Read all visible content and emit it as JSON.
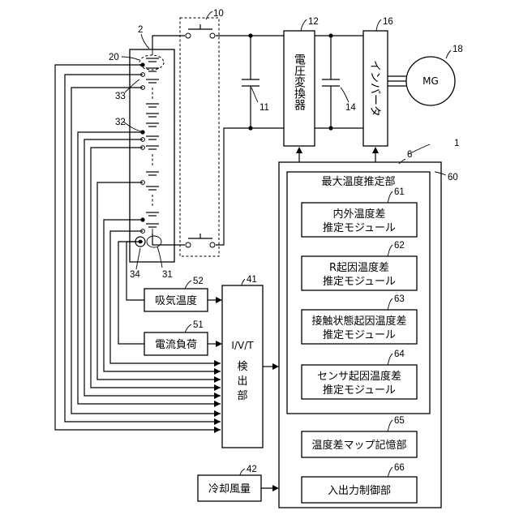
{
  "refs": {
    "system": "1",
    "battery": "2",
    "ecu": "6",
    "relay": "10",
    "capacitor_in": "11",
    "converter": "12",
    "capacitor_out": "14",
    "inverter": "16",
    "motor": "18",
    "cell_group": "20",
    "sensor_31": "31",
    "sensor_32": "32",
    "sensor_33": "33",
    "sensor_34": "34",
    "detector": "41",
    "cooling_air": "42",
    "current_load": "51",
    "intake_temp": "52",
    "max_temp_unit": "60",
    "module_61": "61",
    "module_62": "62",
    "module_63": "63",
    "module_64": "64",
    "map_memory": "65",
    "io_control": "66"
  },
  "labels": {
    "converter": "電圧変換器",
    "inverter": "インバータ",
    "motor": "MG",
    "max_temp_unit": "最大温度推定部",
    "module_61_l1": "内外温度差",
    "module_61_l2": "推定モジュール",
    "module_62_l1": "R起因温度差",
    "module_62_l2": "推定モジュール",
    "module_63_l1": "接触状態起因温度差",
    "module_63_l2": "推定モジュール",
    "module_64_l1": "センサ起因温度差",
    "module_64_l2": "推定モジュール",
    "map_memory": "温度差マップ記憶部",
    "io_control": "入出力制御部",
    "intake_temp": "吸気温度",
    "current_load": "電流負荷",
    "detector_top": "I/V/T",
    "detector_l1": "検",
    "detector_l2": "出",
    "detector_l3": "部",
    "cooling_air": "冷却風量"
  }
}
